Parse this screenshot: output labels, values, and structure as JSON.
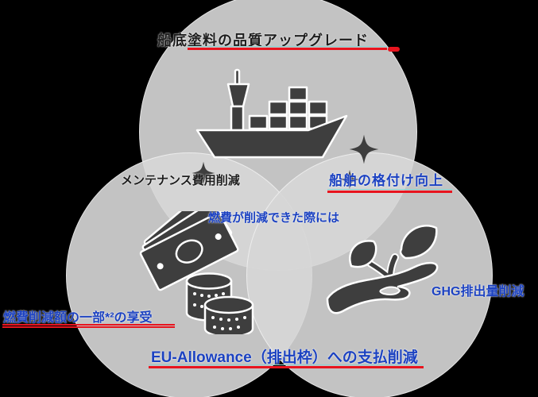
{
  "diagram_type": "venn-benefits-diagram",
  "background_color": "#000000",
  "colors": {
    "circle_fill": "#c8c8c8",
    "blue_text": "#1b41c1",
    "dark_text": "#1d1d1d",
    "underline_red": "#e8141e",
    "underline_teal": "#8ecfcf",
    "icon_color": "#3e3e3e"
  },
  "labels": {
    "top_title": "船底塗料の品質アップグレード",
    "maintenance": "メンテナンス費用削減",
    "rating": "船舶の格付け向上",
    "center_note": "燃費が削減できた際には",
    "fuel_share": "燃費削減額の一部*²の享受",
    "ghg": "GHG排出量削減",
    "eu_allowance": "EU-Allowance（排出枠）への支払削減"
  },
  "icons": {
    "top_circle": "cargo-ship-icon with sparkle-icons",
    "left_circle": "banknotes-and-coins-icon",
    "right_circle": "hand-holding-sprout-icon"
  }
}
